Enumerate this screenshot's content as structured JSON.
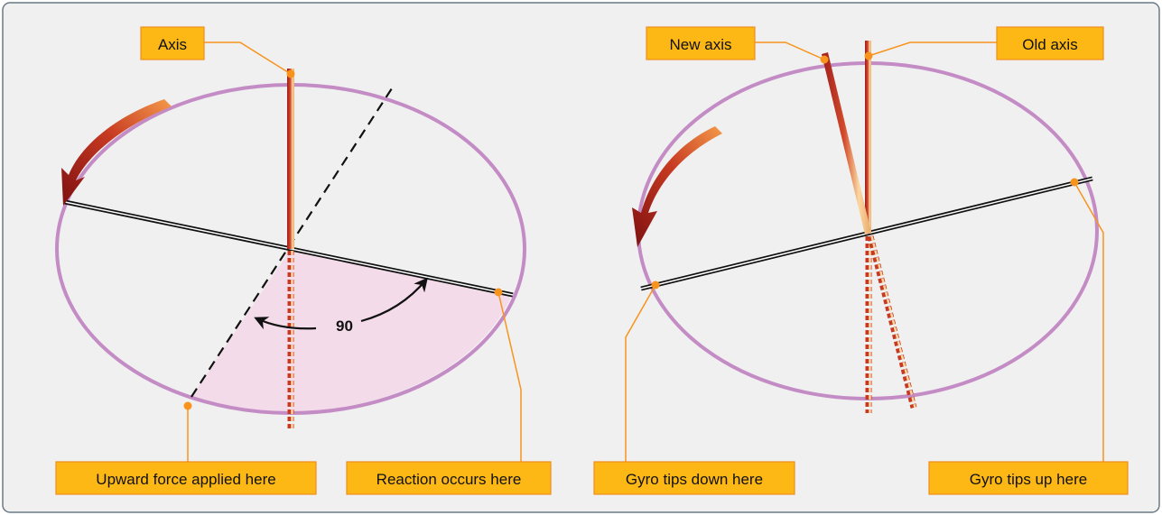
{
  "colors": {
    "panel_bg": "#f0f0f1",
    "panel_border": "#6a7a86",
    "rim": "#c48cc5",
    "sector_fill": "#f3dbe9",
    "callout_fill": "#fdb816",
    "callout_border": "#f08c1c",
    "leader": "#f7941d",
    "axis_dark": "#9e1c1c",
    "axis_light": "#fbd7a2",
    "arrow_dark": "#8e1515",
    "arrow_light": "#f08a34"
  },
  "left_diagram": {
    "axis_label": "Axis",
    "force_label": "Upward force applied here",
    "reaction_label": "Reaction occurs here",
    "angle_label": "90"
  },
  "right_diagram": {
    "new_axis_label": "New axis",
    "old_axis_label": "Old axis",
    "tips_down_label": "Gyro tips down here",
    "tips_up_label": "Gyro tips up here"
  }
}
